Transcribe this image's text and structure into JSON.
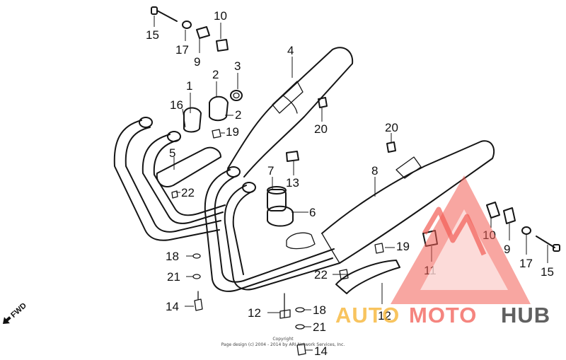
{
  "diagram": {
    "direction_label": "FWD",
    "callouts": [
      {
        "id": "c1",
        "label": "1"
      },
      {
        "id": "c2a",
        "label": "2"
      },
      {
        "id": "c2b",
        "label": "2"
      },
      {
        "id": "c3",
        "label": "3"
      },
      {
        "id": "c4",
        "label": "4"
      },
      {
        "id": "c5",
        "label": "5"
      },
      {
        "id": "c6",
        "label": "6"
      },
      {
        "id": "c7",
        "label": "7"
      },
      {
        "id": "c8",
        "label": "8"
      },
      {
        "id": "c9a",
        "label": "9"
      },
      {
        "id": "c9b",
        "label": "9"
      },
      {
        "id": "c10a",
        "label": "10"
      },
      {
        "id": "c10b",
        "label": "10"
      },
      {
        "id": "c11",
        "label": "11"
      },
      {
        "id": "c12a",
        "label": "12"
      },
      {
        "id": "c12b",
        "label": "12"
      },
      {
        "id": "c13",
        "label": "13"
      },
      {
        "id": "c14a",
        "label": "14"
      },
      {
        "id": "c14b",
        "label": "14"
      },
      {
        "id": "c15a",
        "label": "15"
      },
      {
        "id": "c15b",
        "label": "15"
      },
      {
        "id": "c16",
        "label": "16"
      },
      {
        "id": "c17a",
        "label": "17"
      },
      {
        "id": "c17b",
        "label": "17"
      },
      {
        "id": "c18a",
        "label": "18"
      },
      {
        "id": "c18b",
        "label": "18"
      },
      {
        "id": "c19a",
        "label": "19"
      },
      {
        "id": "c19b",
        "label": "19"
      },
      {
        "id": "c20a",
        "label": "20"
      },
      {
        "id": "c20b",
        "label": "20"
      },
      {
        "id": "c21a",
        "label": "21"
      },
      {
        "id": "c21b",
        "label": "21"
      },
      {
        "id": "c22a",
        "label": "22"
      },
      {
        "id": "c22b",
        "label": "22"
      }
    ],
    "copyright_line1": "Copyright",
    "copyright_line2": "Page design (c) 2004 - 2014 by ARI Network Services, Inc."
  },
  "watermark": {
    "part1": "AUTO",
    "part2": "MOTO",
    "part3": "HUB",
    "colors": {
      "accent": "#f25c54",
      "text_auto": "#f5b02a",
      "text_moto": "#f25c54",
      "text_hub": "#2b2b2b"
    }
  }
}
